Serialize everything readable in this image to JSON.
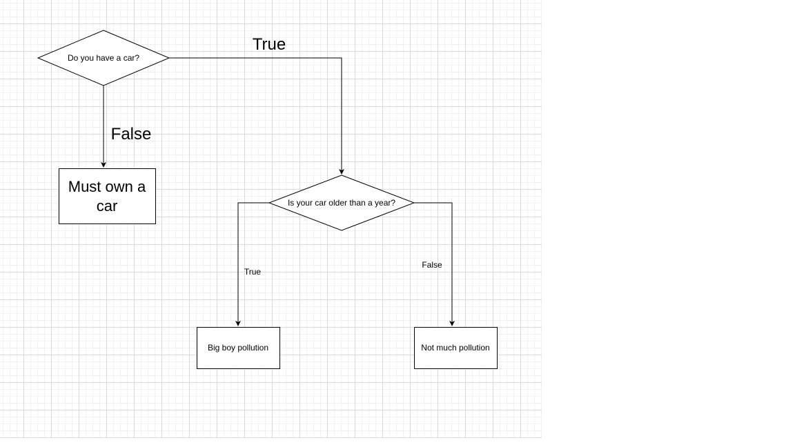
{
  "diagram": {
    "nodes": {
      "q_have_car": {
        "shape": "diamond",
        "text": "Do you have a car?"
      },
      "must_own": {
        "shape": "rectangle",
        "lines": [
          "Must own a",
          "car"
        ]
      },
      "q_car_older": {
        "shape": "diamond",
        "text": "Is your car older than a year?"
      },
      "big_pollution": {
        "shape": "rectangle",
        "text": "Big boy pollution"
      },
      "not_much": {
        "shape": "rectangle",
        "text": "Not much pollution"
      }
    },
    "edges": {
      "have_car_true": {
        "from": "q_have_car",
        "to": "q_car_older",
        "label": "True"
      },
      "have_car_false": {
        "from": "q_have_car",
        "to": "must_own",
        "label": "False"
      },
      "older_true": {
        "from": "q_car_older",
        "to": "big_pollution",
        "label": "True"
      },
      "older_false": {
        "from": "q_car_older",
        "to": "not_much",
        "label": "False"
      }
    },
    "colors": {
      "stroke": "#000000",
      "fill": "#ffffff",
      "grid_major": "#dcdcdc",
      "grid_minor": "#f0f0f0"
    }
  }
}
